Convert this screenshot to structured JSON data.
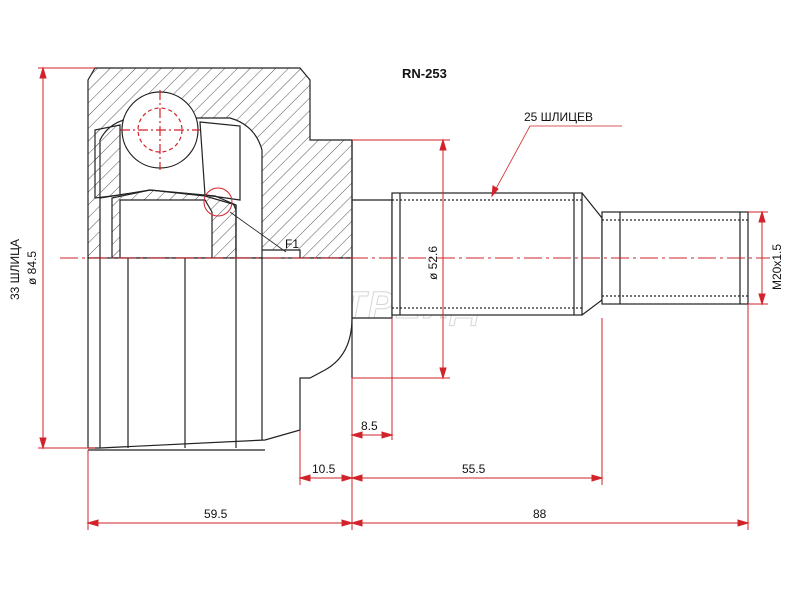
{
  "part_number": "RN-253",
  "labels": {
    "splines_outer": "25 ШЛИЦЕВ",
    "detail_ref": "F1",
    "thread": "M20x1.5",
    "shaft_diameter": "ø 52.6",
    "splines_inner": "33 ШЛИЦА",
    "outer_diameter": "ø 84.5"
  },
  "dimensions": {
    "shoulder_width": "8.5",
    "flange_offset": "10.5",
    "stem_length": "55.5",
    "body_length": "59.5",
    "total_shaft_length": "88"
  },
  "colors": {
    "outline": "#222222",
    "dimension_line": "#d2232a",
    "hatch": "#555555"
  },
  "watermark": "АВТОТРЕЙД"
}
